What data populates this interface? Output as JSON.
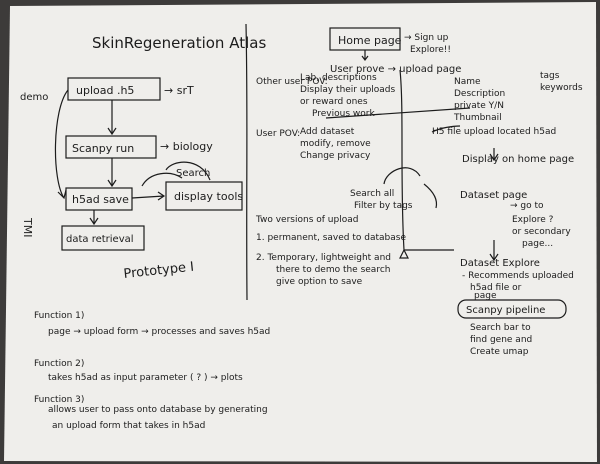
{
  "sheet": {
    "title": "SkinRegeneration Atlas",
    "left": {
      "demo_label": "demo",
      "flow_nodes": {
        "upload": "upload .h5",
        "scanpy": "Scanpy run",
        "h5ad": "h5ad save",
        "display": "display tools",
        "data": "data retrieval"
      },
      "side_notes": {
        "srt": "→ srT",
        "biology": "→ biology",
        "search": "Search"
      },
      "rotated_label": "TMI",
      "prototype": "Prototype I"
    },
    "right": {
      "home_page": "Home page",
      "home_notes": [
        "→ Sign up",
        "Explore!!"
      ],
      "flow_line": "User prove → upload page",
      "other_user_label": "Other user POV:",
      "other_user_notes": [
        "Lab, descriptions",
        "Display their uploads",
        "or reward ones",
        "Previous work"
      ],
      "user_label": "User POV:",
      "user_notes": [
        "Add dataset",
        "modify, remove",
        "Change privacy"
      ],
      "upload_fields": [
        "Name",
        "Description",
        "private Y/N",
        "Thumbnail"
      ],
      "tags": [
        "tags",
        "keywords"
      ],
      "h5_note": "H5 file upload located h5ad",
      "display_home": "Display on home page",
      "search_notes": [
        "Search all",
        "Filter by tags"
      ],
      "dataset_page": [
        "Dataset page",
        "→ go to",
        "Explore ?",
        "or secondary",
        "page..."
      ],
      "two_versions": [
        "Two versions of upload",
        "1. permanent, saved to database"
      ],
      "temporary": [
        "2. Temporary, lightweight and",
        "there to demo the search",
        "give option to save"
      ],
      "dataset_explore": [
        "Dataset Explore",
        "- Recommends uploaded",
        "h5ad file or",
        "page"
      ],
      "scanpy_pipeline": "Scanpy pipeline",
      "search_bar": [
        "Search bar to",
        "find gene and",
        "Create umap"
      ]
    },
    "functions": {
      "f1_title": "Function 1)",
      "f1_text": "page → upload form → processes and saves h5ad",
      "f2_title": "Function 2)",
      "f2_text": "takes h5ad as input parameter ( ? ) → plots",
      "f3_title": "Function 3)",
      "f3_line1": "allows user to pass onto database by generating",
      "f3_line2": "an upload form that takes in h5ad"
    }
  }
}
